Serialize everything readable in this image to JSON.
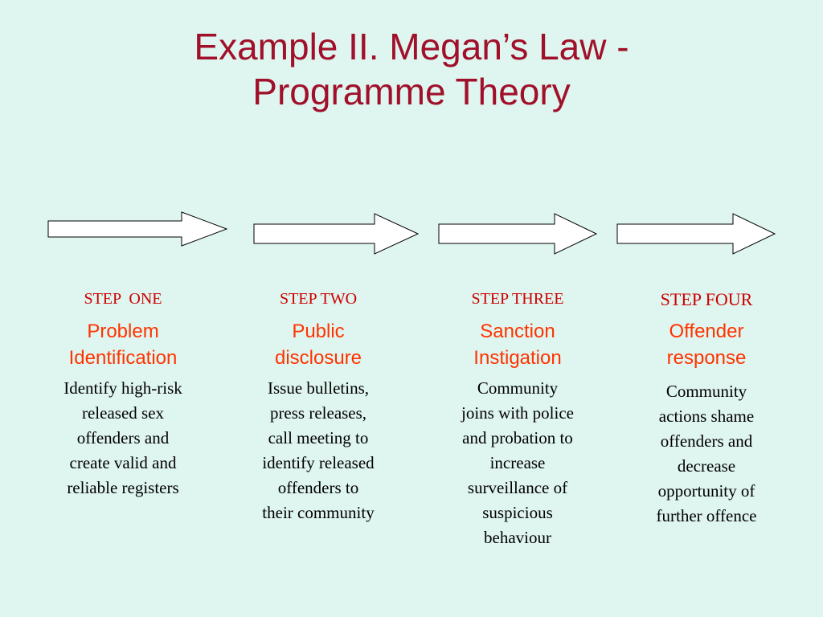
{
  "title": {
    "line1": "Example II. Megan’s Law -",
    "line2": "Programme Theory"
  },
  "colors": {
    "background": "#dff5ef",
    "title": "#a0102a",
    "step_label": "#cc0000",
    "step_heading": "#ff3300",
    "body_text": "#000000",
    "arrow_fill": "#ffffff",
    "arrow_stroke": "#000000"
  },
  "steps": [
    {
      "label": "STEP  ONE",
      "heading": [
        "Problem",
        "Identification"
      ],
      "description": [
        "Identify high-risk",
        "released sex",
        "offenders and",
        "create valid and",
        "reliable registers"
      ]
    },
    {
      "label": "STEP TWO",
      "heading": [
        "Public",
        "disclosure"
      ],
      "description": [
        "Issue bulletins,",
        "press releases,",
        "call meeting to",
        "identify released",
        "offenders to",
        "their community"
      ]
    },
    {
      "label": "STEP THREE",
      "heading": [
        "Sanction",
        "Instigation"
      ],
      "description": [
        "Community",
        "joins with police",
        "and probation to",
        "increase",
        "surveillance of",
        "suspicious",
        "behaviour"
      ]
    },
    {
      "label": "STEP FOUR",
      "heading": [
        "Offender",
        "response"
      ],
      "description": [
        "Community",
        "actions shame",
        "offenders and",
        "decrease",
        "opportunity of",
        "further offence"
      ]
    }
  ]
}
